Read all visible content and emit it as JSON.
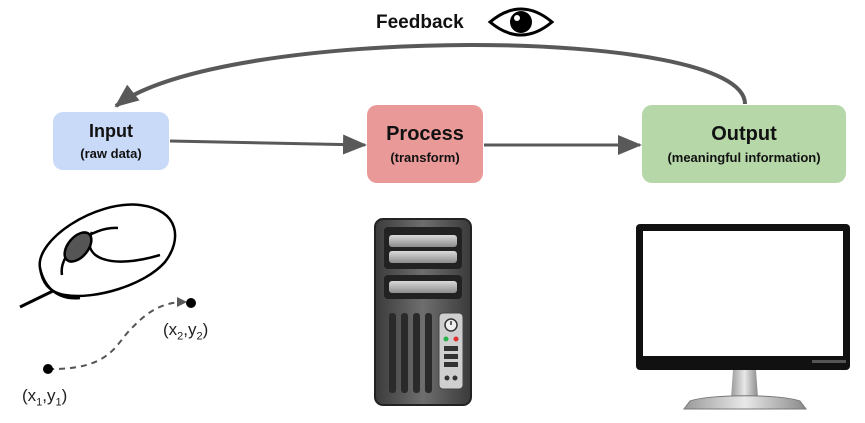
{
  "feedback": {
    "label": "Feedback",
    "icon": "eye-icon"
  },
  "stages": [
    {
      "title": "Input",
      "subtitle": "(raw data)",
      "color": "#c9daf8",
      "device_icon": "mouse-icon"
    },
    {
      "title": "Process",
      "subtitle": "(transform)",
      "color": "#ea9999",
      "device_icon": "computer-tower-icon"
    },
    {
      "title": "Output",
      "subtitle": "(meaningful information)",
      "color": "#b6d7a8",
      "device_icon": "monitor-icon"
    }
  ],
  "coordinates": {
    "start": {
      "var_x": "x",
      "sub_x": "1",
      "var_y": "y",
      "sub_y": "1"
    },
    "end": {
      "var_x": "x",
      "sub_x": "2",
      "var_y": "y",
      "sub_y": "2"
    }
  },
  "colors": {
    "arrow": "#595959"
  }
}
